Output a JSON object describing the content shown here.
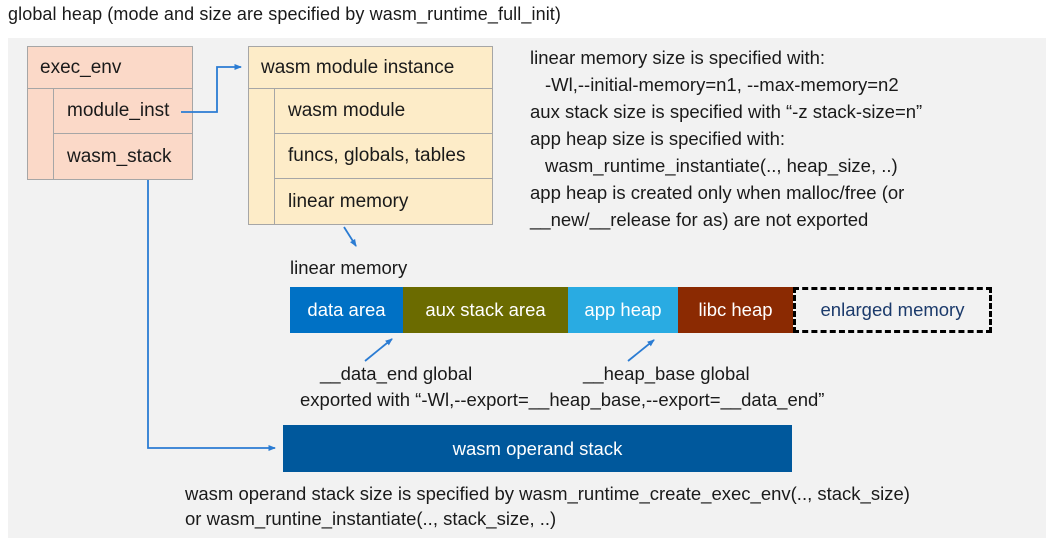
{
  "title": "global heap (mode and size are specified by wasm_runtime_full_init)",
  "exec_env_box": {
    "header": "exec_env",
    "rows": [
      {
        "label": "module_inst"
      },
      {
        "label": "wasm_stack"
      }
    ],
    "fill": "#fbd9c8"
  },
  "module_instance_box": {
    "header": "wasm module instance",
    "rows": [
      {
        "label": "wasm module"
      },
      {
        "label": "funcs, globals, tables"
      },
      {
        "label": "linear memory"
      }
    ],
    "fill": "#fdecc8"
  },
  "notes_right": {
    "line1": "linear memory size is specified with:",
    "line2": "-Wl,--initial-memory=n1, --max-memory=n2",
    "line3": "aux stack size is specified with “-z stack-size=n”",
    "line4": "app heap size is specified with:",
    "line5": "wasm_runtime_instantiate(.., heap_size, ..)",
    "line6": "app heap is created only when malloc/free (or",
    "line7": "__new/__release for as) are not exported"
  },
  "linear_memory": {
    "label": "linear memory",
    "segments": [
      {
        "label": "data area",
        "color": "#0071c5"
      },
      {
        "label": "aux stack area",
        "color": "#6b6b00"
      },
      {
        "label": "app heap",
        "color": "#29abe2"
      },
      {
        "label": "libc heap",
        "color": "#8b2a02"
      },
      {
        "label": "enlarged memory",
        "color": "dashed-outline"
      }
    ],
    "annotations": {
      "data_end": "__data_end global",
      "heap_base": "__heap_base global",
      "export_note": "exported with “-Wl,--export=__heap_base,--export=__data_end”"
    }
  },
  "operand_stack": {
    "label": "wasm operand stack",
    "color": "#00589c",
    "note_line1": "wasm operand stack size is specified by wasm_runtime_create_exec_env(.., stack_size)",
    "note_line2": "or wasm_runtine_instantiate(.., stack_size, ..)"
  },
  "colors": {
    "panel-bg": "#f2f2f2",
    "box-border": "#a6a6a6",
    "arrow": "#2b7cd3",
    "enlarged-text": "#1b3a6b",
    "text": "#1a1a1a"
  }
}
